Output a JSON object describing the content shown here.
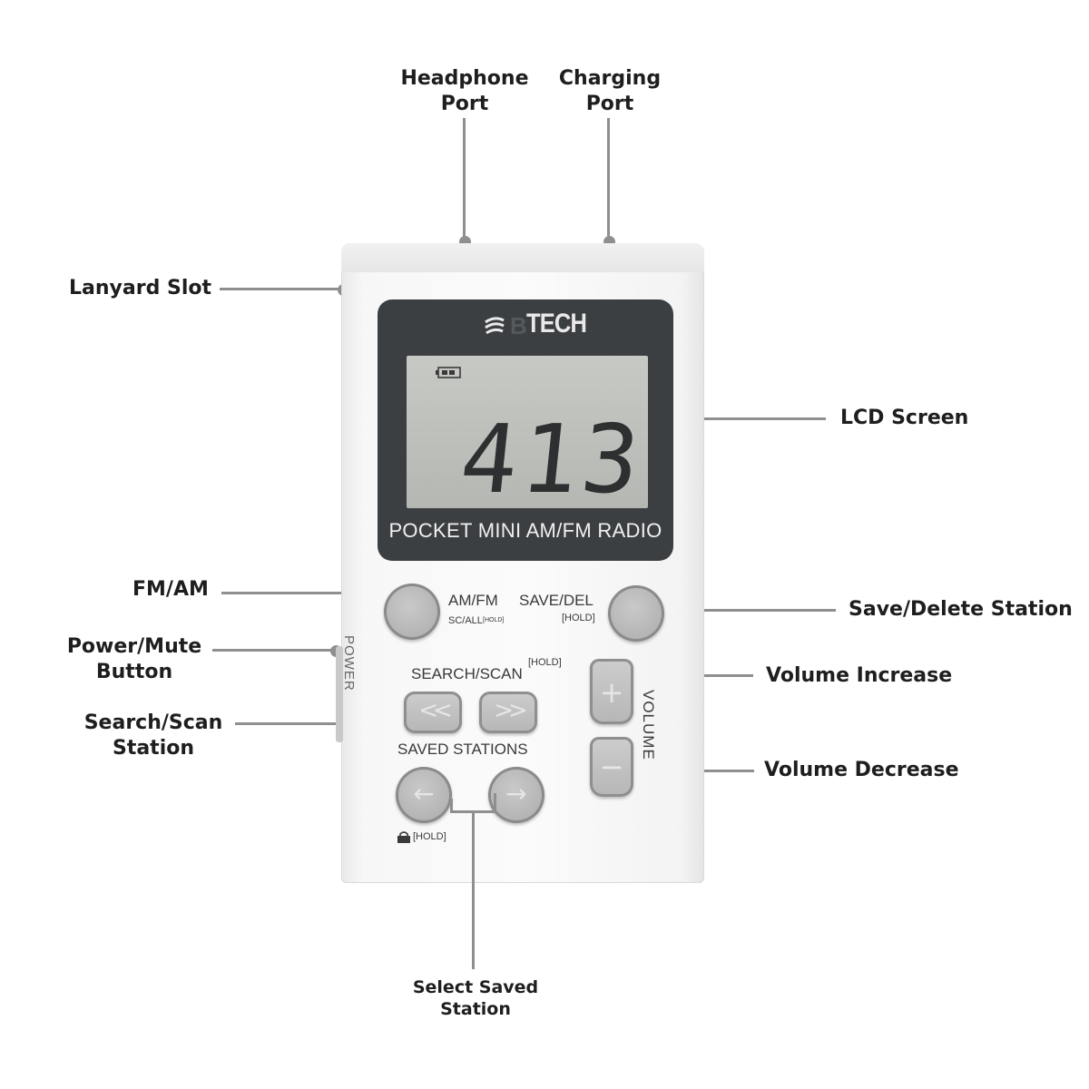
{
  "callouts": {
    "headphone_port": "Headphone\nPort",
    "charging_port": "Charging\nPort",
    "lanyard_slot": "Lanyard Slot",
    "lcd_screen": "LCD Screen",
    "fm_am": "FM/AM",
    "save_delete_station": "Save/Delete Station",
    "power_mute_button": "Power/Mute\nButton",
    "volume_increase": "Volume Increase",
    "search_scan_station": "Search/Scan\nStation",
    "volume_decrease": "Volume Decrease",
    "select_saved_station": "Select Saved\nStation"
  },
  "device": {
    "brand": "TECH",
    "brand_mark": "B",
    "lcd_reading": "413",
    "model_name": "POCKET MINI AM/FM RADIO",
    "power_label": "POWER",
    "amfm_label": "AM/FM",
    "amfm_sub": "SC/ALL",
    "amfm_hold": "[HOLD]",
    "savedel_label": "SAVE/DEL",
    "savedel_hold": "[HOLD]",
    "search_label": "SEARCH/SCAN",
    "search_hold": "[HOLD]",
    "saved_stations_label": "SAVED STATIONS",
    "lock_hold": "[HOLD]",
    "volume_label": "VOLUME",
    "rewind_glyph": "<<",
    "forward_glyph": ">>",
    "prev_glyph": "←",
    "next_glyph": "→",
    "plus_glyph": "+",
    "minus_glyph": "−"
  },
  "colors": {
    "leader_line": "#8f8f8f",
    "display_bezel": "#3c3f42",
    "lcd": "#bcbfba",
    "button": "#b8b8b8"
  }
}
